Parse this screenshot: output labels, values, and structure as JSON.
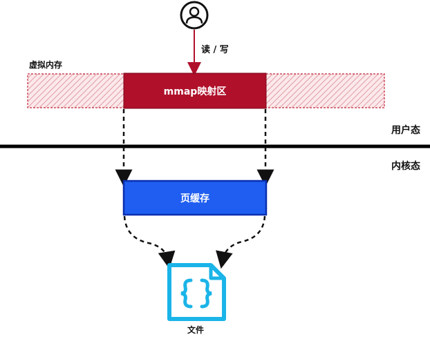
{
  "labels": {
    "read_write": "读 / 写",
    "virtual_memory": "虚拟内存",
    "mmap_region": "mmap映射区",
    "user_space": "用户态",
    "kernel_space": "内核态",
    "page_cache": "页缓存",
    "file": "文件"
  },
  "icons": {
    "user": "user-icon",
    "file": "file-code-icon"
  },
  "colors": {
    "mmap_fill": "#b0102a",
    "mmap_text": "#ffffff",
    "hatch": "#e8a0a8",
    "hatch_border": "#c0283c",
    "divider": "#000000",
    "page_cache_fill": "#1f5ef0",
    "page_cache_border": "#0a2fb0",
    "page_cache_text": "#ffffff",
    "arrow_red": "#b0102a",
    "arrow_dashed": "#111111",
    "file_icon": "#1ab4e8",
    "text": "#111111"
  }
}
